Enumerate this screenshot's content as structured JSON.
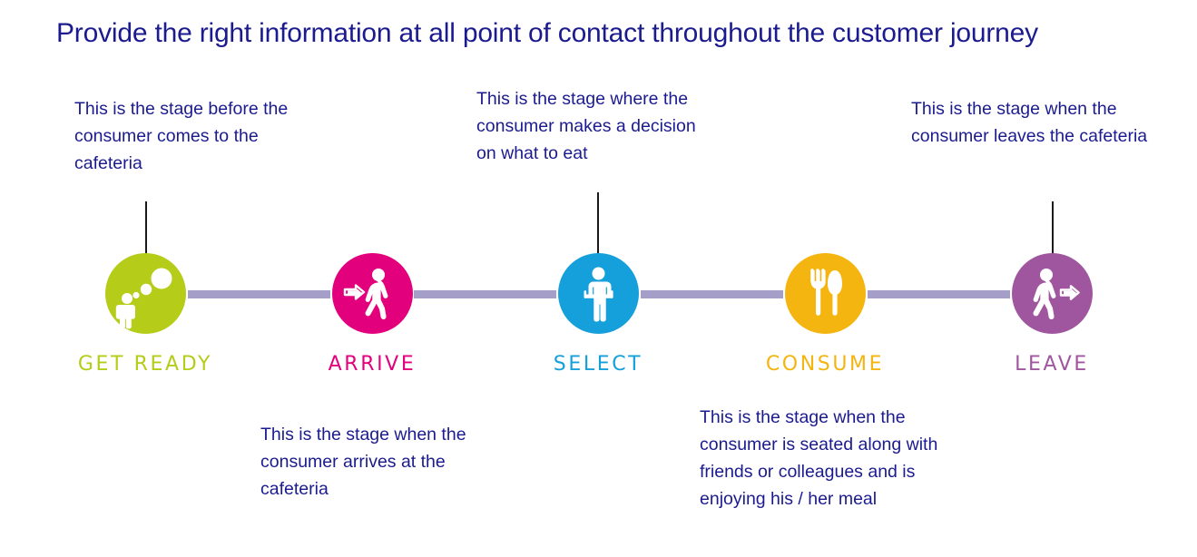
{
  "title": "Provide the right information at all point of contact throughout the customer journey",
  "colors": {
    "title_text": "#1b1b8f",
    "note_text": "#1b1b8f",
    "connector": "#a49ec8",
    "leader_line": "#1a1a1a",
    "background": "#ffffff"
  },
  "stages": [
    {
      "id": "get-ready",
      "label": "GET READY",
      "color": "#b5cc18",
      "icon": "person-thinking-icon",
      "note": "This is the stage before the consumer comes to the cafeteria",
      "note_position": "above",
      "has_leader_line": true
    },
    {
      "id": "arrive",
      "label": "ARRIVE",
      "color": "#e3007d",
      "icon": "person-walking-in-arrow-icon",
      "note": "This is the stage when the consumer arrives at the cafeteria",
      "note_position": "below",
      "has_leader_line": false
    },
    {
      "id": "select",
      "label": "SELECT",
      "color": "#16a0db",
      "icon": "person-holding-tray-icon",
      "note": "This is the stage where the consumer makes a decision on what to eat",
      "note_position": "above",
      "has_leader_line": true
    },
    {
      "id": "consume",
      "label": "CONSUME",
      "color": "#f5b511",
      "icon": "fork-and-knife-icon",
      "note": "This is the stage when the consumer is seated along with friends or colleagues and is enjoying his / her meal",
      "note_position": "below",
      "has_leader_line": false
    },
    {
      "id": "leave",
      "label": "LEAVE",
      "color": "#a0569f",
      "icon": "person-walking-out-arrow-icon",
      "note": "This is the stage when the consumer leaves the cafeteria",
      "note_position": "above",
      "has_leader_line": true
    }
  ]
}
